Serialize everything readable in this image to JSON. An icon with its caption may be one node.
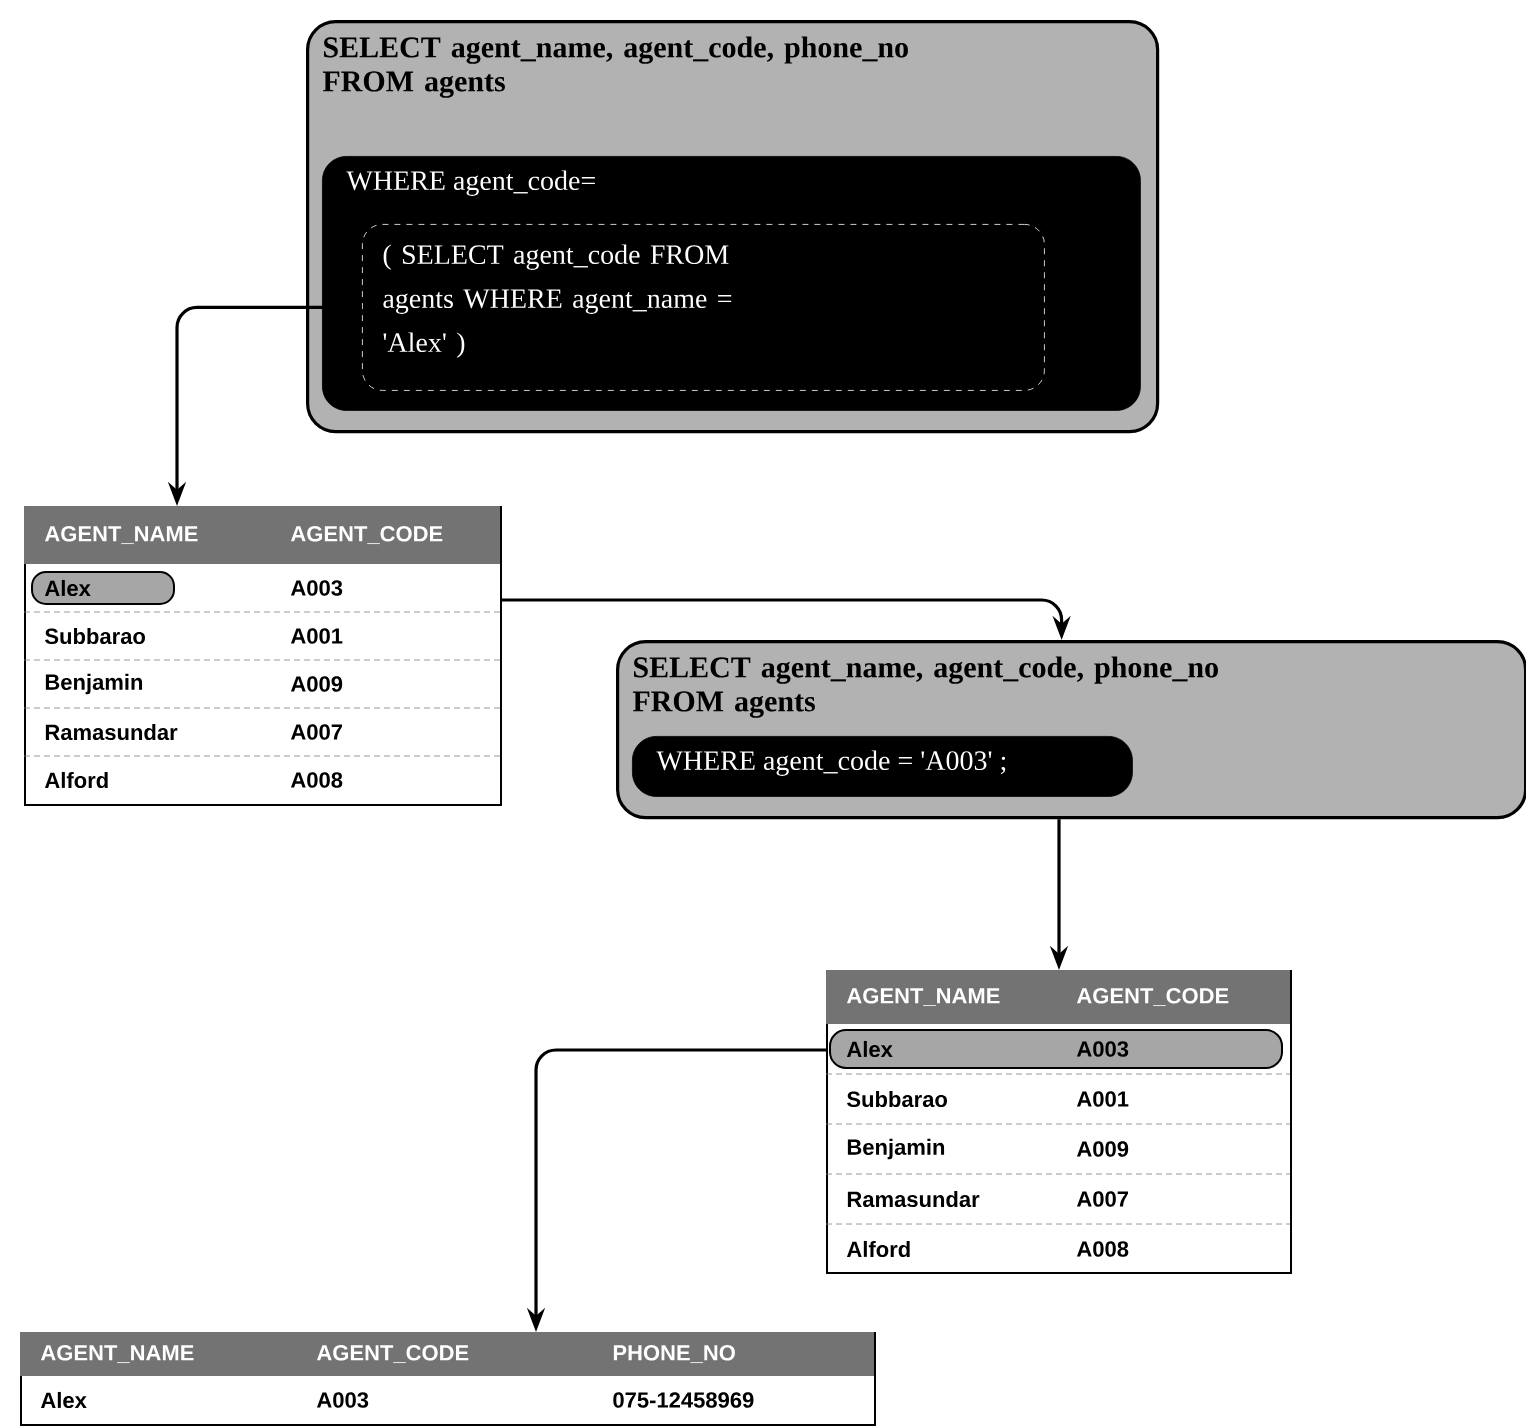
{
  "diagram": {
    "nodes": [
      {
        "text": [
          "SELECT agent_name, agent_code, phone_no FROM agents"
        ]
      },
      {
        "text": [
          "WHERE agent_code="
        ],
        "in": 0
      },
      {
        "text": [
          "( SELECT agent_code FROM agents WHERE agent_name = 'Alex' )"
        ],
        "in": 1
      },
      {
        "text": [
          "AGENT_NAME",
          "AGENT_CODE",
          "Alex",
          "A003",
          "Subbarao",
          "A001",
          "Benjamin",
          "A009",
          "Ramasundar",
          "A007",
          "Alford",
          "A008"
        ]
      },
      {
        "text": [
          "SELECT agent_name, agent_code, phone_no FROM agents"
        ]
      },
      {
        "text": [
          "WHERE agent_code = 'A003' ;"
        ],
        "in": 4
      },
      {
        "text": [
          "AGENT_NAME",
          "AGENT_CODE",
          "Alex",
          "A003",
          "Subbarao",
          "A001",
          "Benjamin",
          "A009",
          "Ramasundar",
          "A007",
          "Alford",
          "A008"
        ]
      },
      {
        "text": [
          "AGENT_NAME",
          "AGENT_CODE",
          "PHONE_NO",
          "Alex",
          "A003",
          "075-12458969"
        ]
      }
    ],
    "edges": [
      {
        "from": 2,
        "to": 3,
        "arrow": "to"
      },
      {
        "from": 3,
        "to": 4,
        "arrow": "to"
      },
      {
        "from": 4,
        "to": 6,
        "arrow": "to"
      },
      {
        "from": 6,
        "to": 7,
        "arrow": "to"
      }
    ]
  }
}
